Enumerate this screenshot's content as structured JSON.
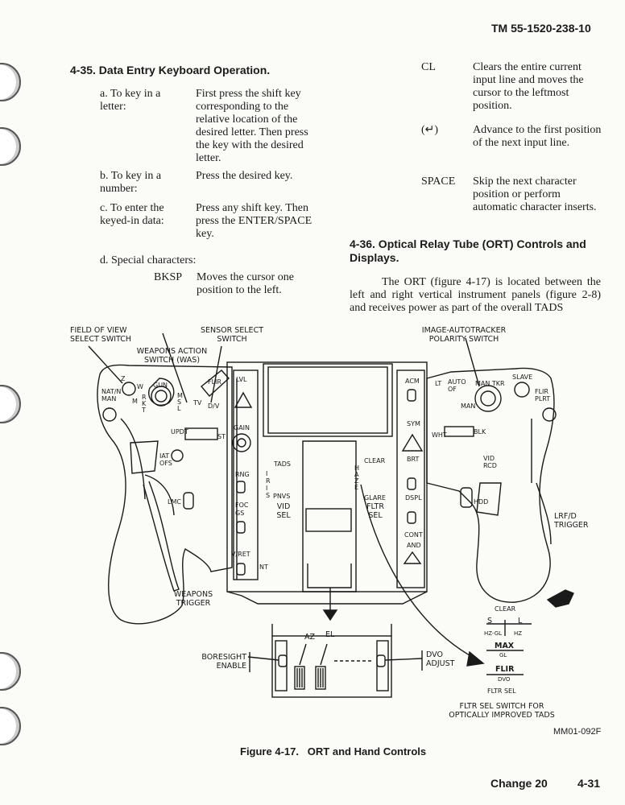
{
  "header": {
    "doc_number": "TM 55-1520-238-10"
  },
  "section_4_35": {
    "heading": "4-35. Data Entry Keyboard Operation.",
    "items": [
      {
        "term": "a. To key in a letter:",
        "desc": "First press the shift key corresponding to the relative location of the desired letter. Then press the key with the desired letter."
      },
      {
        "term": "b. To key in a number:",
        "desc": "Press the desired key."
      },
      {
        "term": "c. To enter the keyed-in data:",
        "desc": "Press any shift key. Then press the ENTER/SPACE key."
      }
    ],
    "special_heading": "d. Special characters:",
    "special_chars": [
      {
        "key": "BKSP",
        "desc": "Moves the cursor one position to the left."
      },
      {
        "key": "CL",
        "desc": "Clears the entire current input line and moves the cursor to the leftmost position."
      },
      {
        "key": "(↵)",
        "desc": "Advance to the first position of the next input line."
      },
      {
        "key": "SPACE",
        "desc": "Skip the next character position or perform automatic character inserts."
      }
    ]
  },
  "section_4_36": {
    "heading": "4-36. Optical Relay Tube (ORT) Controls and Displays.",
    "paragraph": "The ORT (figure 4-17) is located between the left and right vertical instrument panels (figure 2-8) and receives power as part of the overall TADS"
  },
  "figure": {
    "callouts": {
      "field_of_view": "FIELD OF VIEW SELECT SWITCH",
      "sensor_select": "SENSOR SELECT SWITCH",
      "weapons_action": "WEAPONS ACTION SWITCH (WAS)",
      "image_autotracker": "IMAGE-AUTOTRACKER POLARITY SWITCH",
      "weapons_trigger": "WEAPONS TRIGGER",
      "lrfd_trigger": "LRF/D TRIGGER",
      "boresight_enable": "BORESIGHT ENABLE",
      "dvo_adjust": "DVO ADJUST",
      "fltr_sel_switch": "FLTR SEL SWITCH FOR OPTICALLY IMPROVED TADS"
    },
    "panel_labels": {
      "lvl": "LVL",
      "gain": "GAIN",
      "st": "ST",
      "rng": "RNG",
      "foc": "FOC",
      "gs": "GS",
      "vret": "V/RET",
      "nt": "NT",
      "tads": "TADS",
      "iris": "IRIS",
      "pnvs": "PNVS",
      "vid_sel": "VID SEL",
      "clear": "CLEAR",
      "haze": "HAZE",
      "glare": "GLARE",
      "fltr_sel": "FLTR SEL",
      "acm": "ACM",
      "sym": "SYM",
      "brt": "BRT",
      "dspl": "DSPL",
      "cont": "CONT",
      "and": "AND"
    },
    "grip_labels": {
      "nat_man": "NAT/N MAN",
      "fov_z": "Z",
      "fov_w": "W",
      "fov_m": "M",
      "gun": "GUN",
      "rkt": "RKT",
      "msl": "MSL",
      "updt": "UPDT",
      "iat_ofs": "IAT OFS",
      "lmc": "LMC",
      "flir": "FLIR",
      "tv": "TV",
      "dvo": "D/V",
      "lt": "LT",
      "auto_of": "AUTO OF",
      "man": "MAN",
      "man_trk": "MAN TKR",
      "slave": "SLAVE",
      "flir_plrt": "FLIR PLRT",
      "wht": "WHT",
      "blk": "BLK",
      "vid_rcd": "VID RCD",
      "hdd": "HDD"
    },
    "detail_labels": {
      "az": "AZ",
      "el": "EL"
    },
    "inset": {
      "clear": "CLEAR",
      "s": "S",
      "l": "L",
      "hz_gl": "HZ-GL",
      "hz": "HZ",
      "max": "MAX",
      "gl": "GL",
      "flir": "FLIR",
      "dvo": "DVO",
      "fltr_sel": "FLTR SEL"
    },
    "figure_id": "MM01-092F",
    "caption": "Figure 4-17.   ORT and Hand Controls"
  },
  "footer": {
    "change": "Change 20",
    "page": "4-31"
  },
  "colors": {
    "ink": "#1a1a1a",
    "paper": "#fbfbf8"
  }
}
